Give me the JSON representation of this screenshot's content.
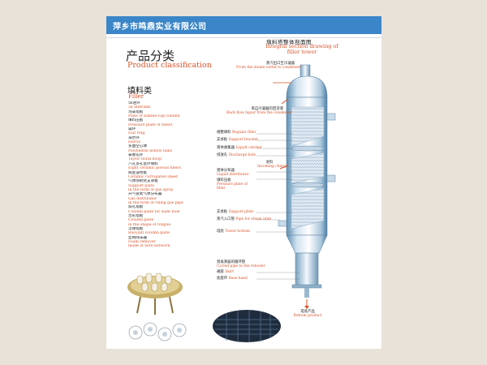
{
  "company": "萍乡市鸣鼎实业有限公司",
  "product": {
    "title_cn": "产品分类",
    "title_en": "Product classification"
  },
  "filler": {
    "title_cn": "填料类",
    "title_en": "Filler",
    "items": [
      {
        "cn": "5k连环",
        "en": ""
      },
      {
        "cn": "",
        "en": "5k interlink"
      },
      {
        "cn": "泡罩塔板",
        "en": ""
      },
      {
        "cn": "",
        "en": "Plate of bubble-cap column"
      },
      {
        "cn": "填料压板",
        "en": ""
      },
      {
        "cn": "",
        "en": "Pressure plate of fillers"
      },
      {
        "cn": "扁环",
        "en": ""
      },
      {
        "cn": "",
        "en": "Flat ring"
      },
      {
        "cn": "海尔环",
        "en": ""
      },
      {
        "cn": "",
        "en": "Harris"
      },
      {
        "cn": "多面空心球",
        "en": ""
      },
      {
        "cn": "",
        "en": "Polyhedral hollow balls"
      },
      {
        "cn": "泰勒花环",
        "en": ""
      },
      {
        "cn": "",
        "en": "Taylor floral hoop"
      },
      {
        "cn": "八孔多孔瓷环填料",
        "en": ""
      },
      {
        "cn": "",
        "en": "Eight ceramic porous fillers"
      },
      {
        "cn": "陶瓷波纹板",
        "en": ""
      },
      {
        "cn": "",
        "en": "Ceramic corrugated sheet"
      },
      {
        "cn": "气体喷射式支承板",
        "en": ""
      },
      {
        "cn": "",
        "en": "Support plate"
      },
      {
        "cn": "",
        "en": "in the form of gas spray"
      },
      {
        "cn": "升气管式气体分布器",
        "en": ""
      },
      {
        "cn": "",
        "en": "Gas distributor"
      },
      {
        "cn": "",
        "en": "in the form of rising gas pipe"
      },
      {
        "cn": "斜孔塔板",
        "en": ""
      },
      {
        "cn": "",
        "en": "Column plate for slant hole"
      },
      {
        "cn": "舌形塔板",
        "en": ""
      },
      {
        "cn": "",
        "en": "Column plate"
      },
      {
        "cn": "",
        "en": "in the shape of tongue"
      },
      {
        "cn": "浮球塔板",
        "en": ""
      },
      {
        "cn": "",
        "en": "Buoyant column plate"
      },
      {
        "cn": "丝网除沫器",
        "en": ""
      },
      {
        "cn": "",
        "en": "Foam remover"
      },
      {
        "cn": "",
        "en": "made of wire network"
      }
    ]
  },
  "diagram": {
    "title_cn": "填料塔整体剖面图",
    "title_en": "Integral section drawing of filler tower",
    "labels": {
      "steam_outlet": {
        "cn": "蒸汽出口至冷凝器",
        "en": "From the steam outlet to condenser"
      },
      "back_flow": {
        "cn": "来自冷凝器的回流液",
        "en": "Back flow liquor from the condenser"
      },
      "regular_filler": {
        "cn": "规整填料",
        "en": "Regular filler"
      },
      "support_bracket": {
        "cn": "支承板",
        "en": "Support bracket"
      },
      "liquid_catcher": {
        "cn": "液体收集器",
        "en": "Liquid catcher"
      },
      "discharge_hole": {
        "cn": "排放孔",
        "en": "Discharge hole"
      },
      "liquid_distributor": {
        "cn": "液体分布器",
        "en": "Liquid distributor"
      },
      "incoming_charge": {
        "cn": "进料",
        "en": "Incoming charge"
      },
      "pressure_plate": {
        "cn": "填料压板",
        "en": "Pressure plate of filler"
      },
      "support_plate": {
        "cn": "支承板",
        "en": "Support plate"
      },
      "steam_inlet": {
        "cn": "蒸汽入口管",
        "en": "Pipe for steam inlet"
      },
      "tower_bottom": {
        "cn": "塔底",
        "en": "Tower bottom"
      },
      "cycled_pipe": {
        "cn": "到再沸器的循环管",
        "en": "Cycled pipe to the reboiler"
      },
      "skirt": {
        "cn": "裙座",
        "en": "Skirt"
      },
      "base_band": {
        "cn": "底座环",
        "en": "Base band"
      },
      "bottom_product": {
        "cn": "塔底产品",
        "en": "Bottom product"
      }
    }
  },
  "colors": {
    "background": "#e8e2d9",
    "header_bar": "#3a86c8",
    "english_text": "#d8542a",
    "chinese_text": "#222222"
  }
}
